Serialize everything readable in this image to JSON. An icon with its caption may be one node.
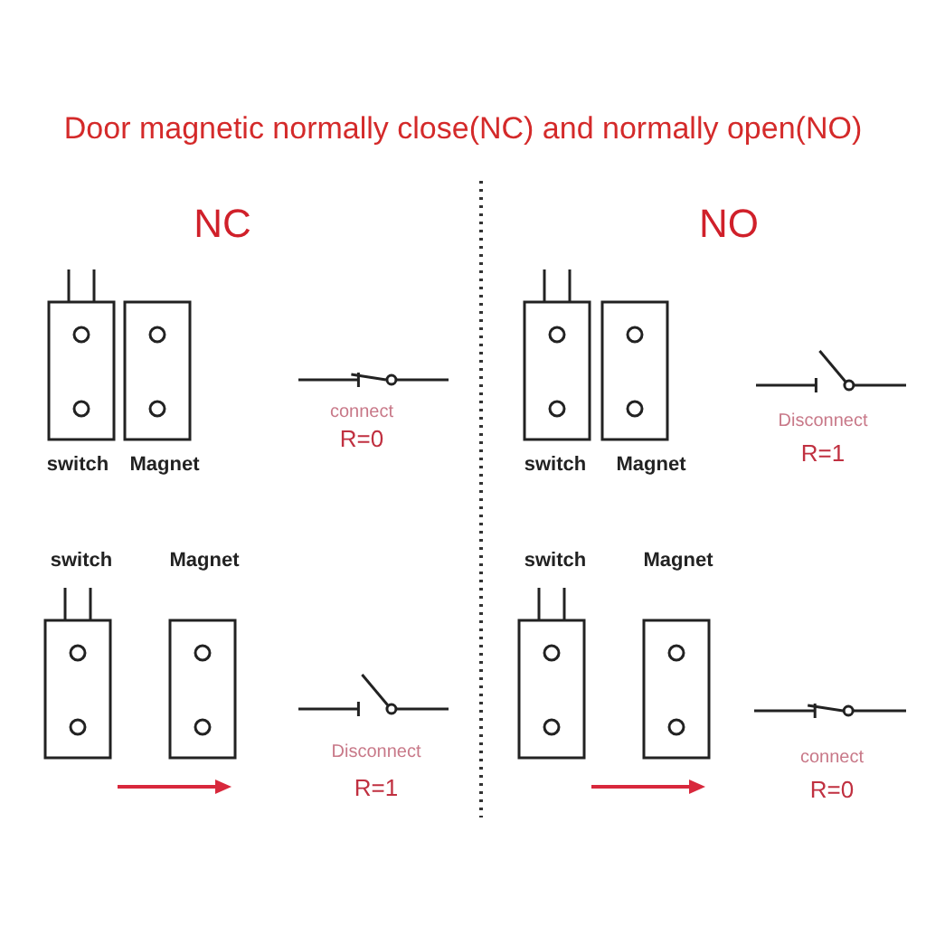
{
  "diagram": {
    "title": "Door magnetic normally close(NC) and normally open(NO)",
    "labels": [
      "NC",
      "NO",
      "switch",
      "Magnet",
      "connect",
      "R=0",
      "switch",
      "Magnet",
      "Disconnect",
      "R=1",
      "switch",
      "Magnet",
      "switch",
      "Magnet",
      "Disconnect",
      "R=1",
      "connect",
      "R=0"
    ]
  }
}
